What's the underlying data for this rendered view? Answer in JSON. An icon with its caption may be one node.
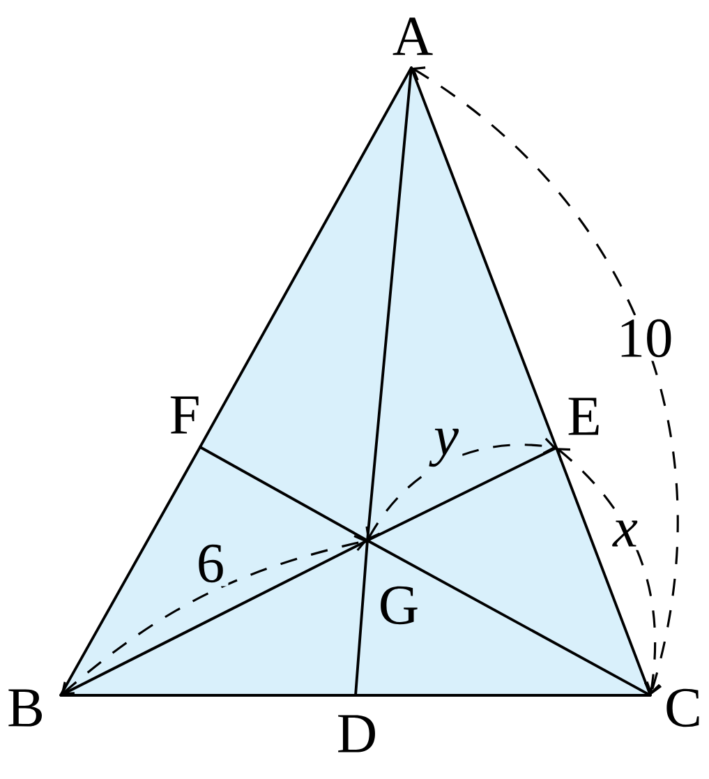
{
  "diagram": {
    "nodes": [
      {
        "text": [
          "A"
        ]
      },
      {
        "text": [
          "F"
        ]
      },
      {
        "text": [
          "E"
        ]
      },
      {
        "text": [
          "G"
        ]
      },
      {
        "text": [
          "B"
        ]
      },
      {
        "text": [
          "D"
        ]
      },
      {
        "text": [
          "C"
        ]
      }
    ],
    "edges": [
      {
        "from": 0,
        "to": 1,
        "arrow": "none"
      },
      {
        "from": 1,
        "to": 4,
        "arrow": "none"
      },
      {
        "from": 4,
        "to": 5,
        "arrow": "none"
      },
      {
        "from": 5,
        "to": 6,
        "arrow": "none"
      },
      {
        "from": 6,
        "to": 2,
        "arrow": "none"
      },
      {
        "from": 2,
        "to": 0,
        "arrow": "none"
      },
      {
        "from": 0,
        "to": 3,
        "arrow": "none"
      },
      {
        "from": 3,
        "to": 5,
        "arrow": "none"
      },
      {
        "from": 4,
        "to": 3,
        "arrow": "none"
      },
      {
        "from": 3,
        "to": 2,
        "arrow": "none"
      },
      {
        "from": 6,
        "to": 3,
        "arrow": "none"
      },
      {
        "from": 3,
        "to": 1,
        "arrow": "none"
      },
      {
        "from": 0,
        "to": 6,
        "arrow": "both",
        "style": "dashed",
        "label": "10"
      },
      {
        "from": 3,
        "to": 2,
        "arrow": "both",
        "style": "dashed",
        "label": "y"
      },
      {
        "from": 4,
        "to": 3,
        "arrow": "both",
        "style": "dashed",
        "label": "6"
      },
      {
        "from": 2,
        "to": 6,
        "arrow": "both",
        "style": "dashed",
        "label": "x"
      }
    ]
  }
}
